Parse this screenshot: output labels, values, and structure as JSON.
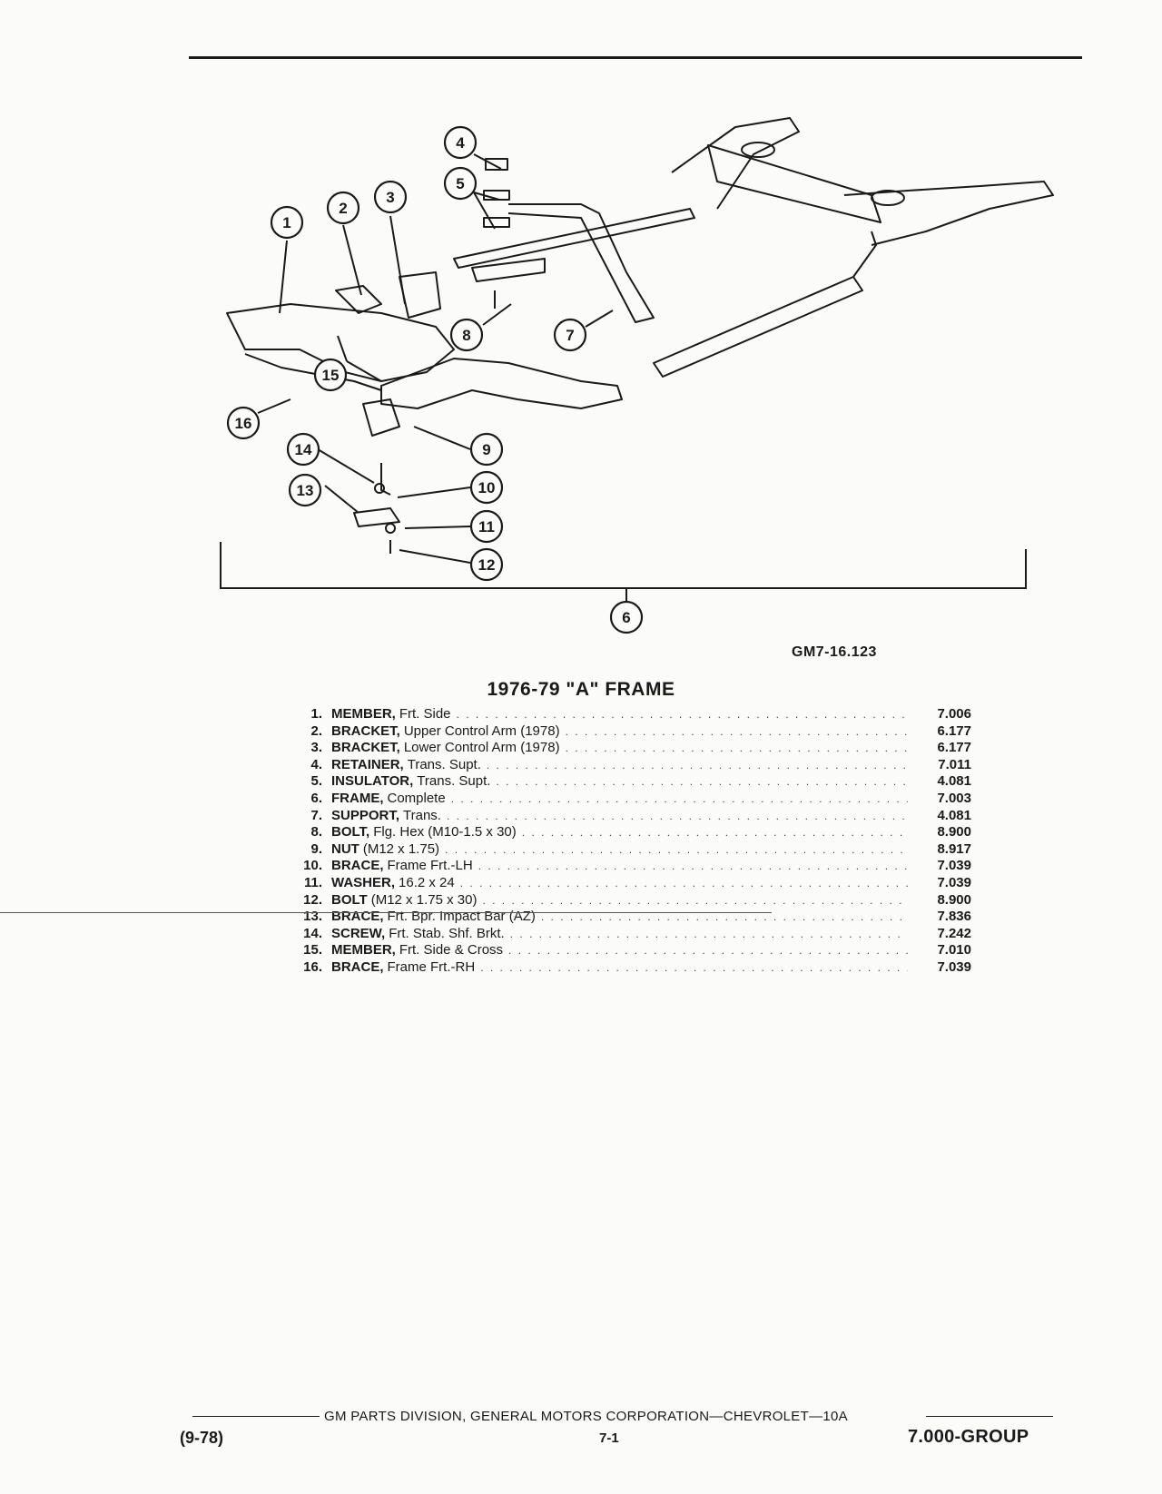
{
  "figure_id": "GM7-16.123",
  "title": "1976-79 \"A\" FRAME",
  "callouts": [
    "1",
    "2",
    "3",
    "4",
    "5",
    "6",
    "7",
    "8",
    "9",
    "10",
    "11",
    "12",
    "13",
    "14",
    "15",
    "16"
  ],
  "parts": [
    {
      "num": "1.",
      "name": "MEMBER,",
      "desc": "Frt. Side",
      "ref": "7.006"
    },
    {
      "num": "2.",
      "name": "BRACKET,",
      "desc": "Upper Control Arm (1978)",
      "ref": "6.177"
    },
    {
      "num": "3.",
      "name": "BRACKET,",
      "desc": "Lower Control Arm (1978)",
      "ref": "6.177"
    },
    {
      "num": "4.",
      "name": "RETAINER,",
      "desc": "Trans. Supt.",
      "ref": "7.011"
    },
    {
      "num": "5.",
      "name": "INSULATOR,",
      "desc": "Trans. Supt.",
      "ref": "4.081"
    },
    {
      "num": "6.",
      "name": "FRAME,",
      "desc": "Complete",
      "ref": "7.003"
    },
    {
      "num": "7.",
      "name": "SUPPORT,",
      "desc": "Trans.",
      "ref": "4.081"
    },
    {
      "num": "8.",
      "name": "BOLT,",
      "desc": "Flg. Hex (M10-1.5 x 30)",
      "ref": "8.900"
    },
    {
      "num": "9.",
      "name": "NUT",
      "desc": "(M12 x 1.75)",
      "ref": "8.917"
    },
    {
      "num": "10.",
      "name": "BRACE,",
      "desc": "Frame Frt.-LH",
      "ref": "7.039"
    },
    {
      "num": "11.",
      "name": "WASHER,",
      "desc": "16.2 x 24",
      "ref": "7.039"
    },
    {
      "num": "12.",
      "name": "BOLT",
      "desc": "(M12 x 1.75 x 30)",
      "ref": "8.900"
    },
    {
      "num": "13.",
      "name": "BRACE,",
      "desc": "Frt. Bpr. Impact Bar (AZ)",
      "ref": "7.836"
    },
    {
      "num": "14.",
      "name": "SCREW,",
      "desc": "Frt. Stab. Shf. Brkt.",
      "ref": "7.242"
    },
    {
      "num": "15.",
      "name": "MEMBER,",
      "desc": "Frt. Side & Cross",
      "ref": "7.010"
    },
    {
      "num": "16.",
      "name": "BRACE,",
      "desc": "Frame Frt.-RH",
      "ref": "7.039"
    }
  ],
  "footer": {
    "publisher": "GM PARTS DIVISION, GENERAL MOTORS CORPORATION—CHEVROLET—10A",
    "date": "(9-78)",
    "page": "7-1",
    "group": "7.000-GROUP"
  }
}
